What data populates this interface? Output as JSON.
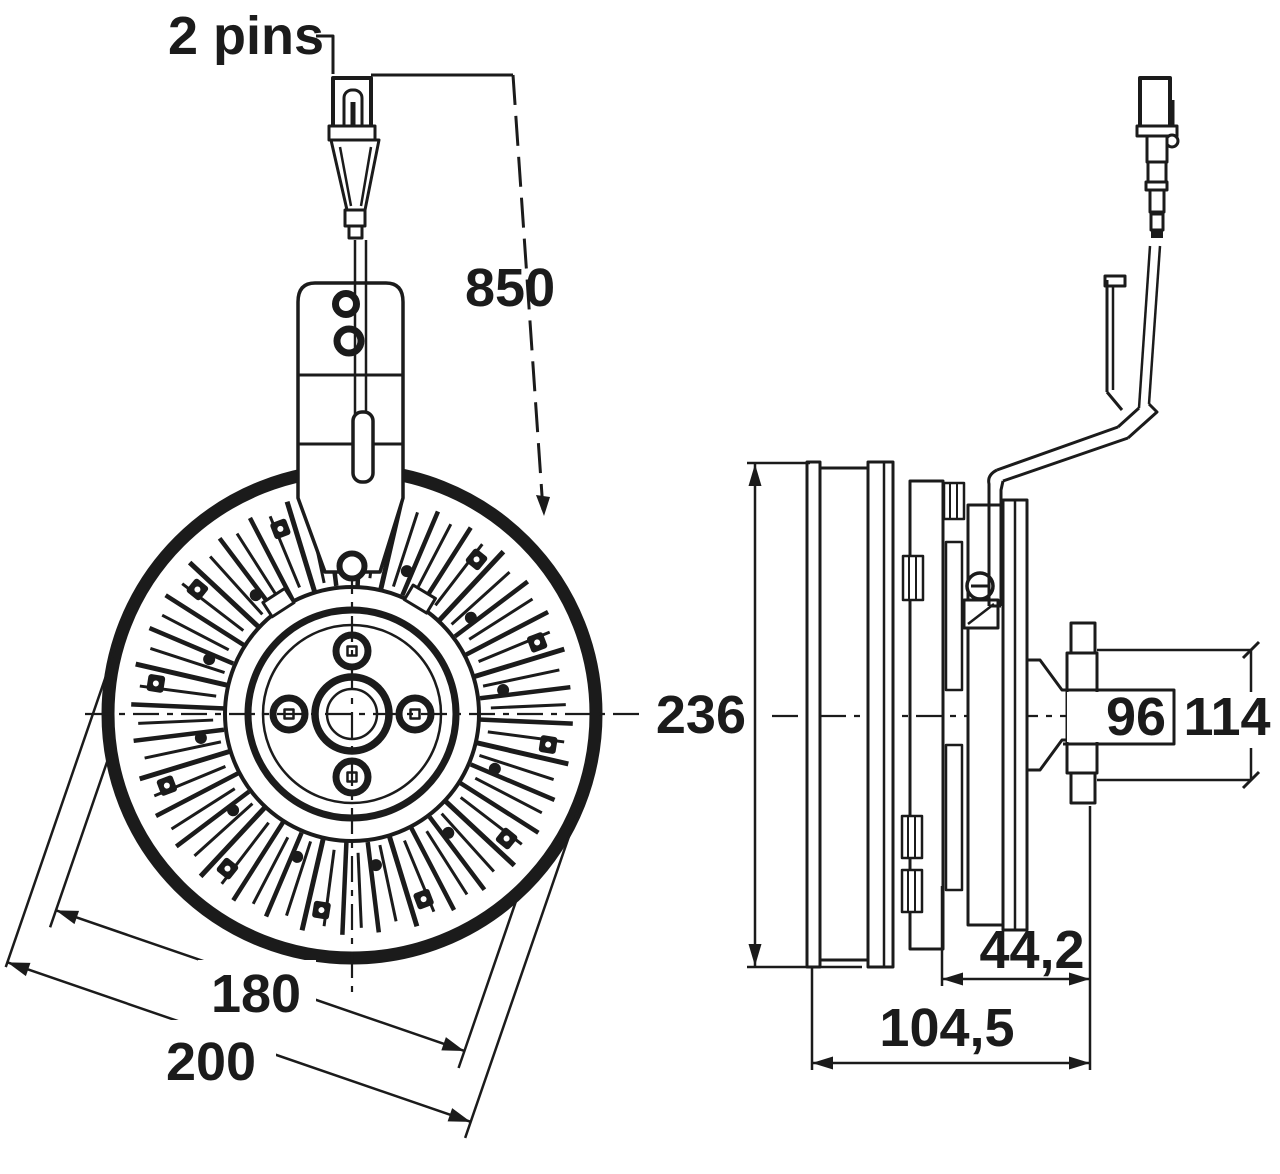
{
  "colors": {
    "ink": "#1b1b1b",
    "paper": "#ffffff"
  },
  "front_view": {
    "connector_label": "2 pins",
    "dim_cable_length": "850",
    "dim_bolt_circle": "180",
    "dim_hub_outer": "200"
  },
  "side_view": {
    "dim_overall_diameter": "236",
    "dim_pilot": "96",
    "dim_flange": "114",
    "dim_rear_depth": "44,2",
    "dim_overall_depth": "104,5"
  }
}
